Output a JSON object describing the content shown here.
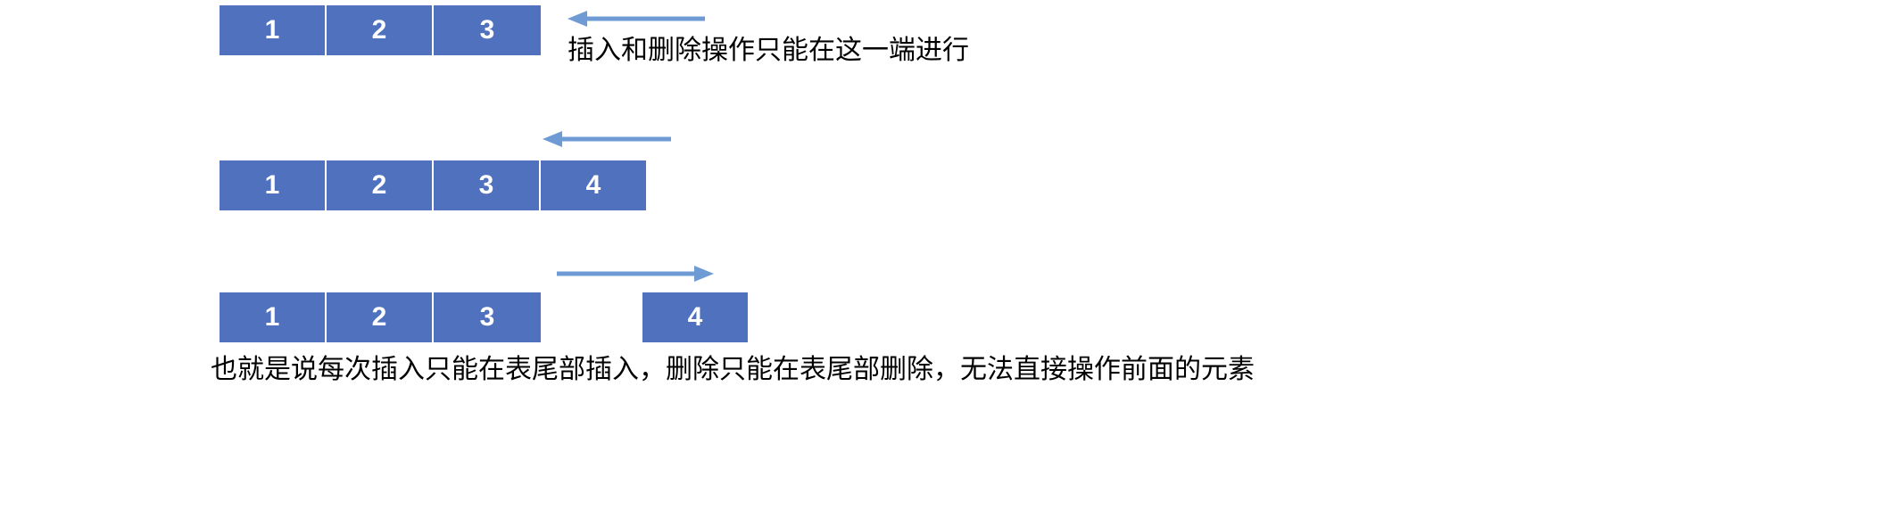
{
  "theme": {
    "box_fill": "#4F71BE",
    "box_text": "#FFFFFF",
    "arrow_color": "#6E9BD4",
    "caption_color": "#000000",
    "background": "#FFFFFF"
  },
  "rows": [
    {
      "id": "row-initial",
      "cells": [
        "1",
        "2",
        "3"
      ],
      "arrow": {
        "direction": "left",
        "name": "left-arrow-icon"
      },
      "caption": "插入和删除操作只能在这一端进行"
    },
    {
      "id": "row-after-insert",
      "cells": [
        "1",
        "2",
        "3",
        "4"
      ],
      "arrow": {
        "direction": "left",
        "name": "left-arrow-icon"
      },
      "caption": ""
    },
    {
      "id": "row-after-delete",
      "cells": [
        "1",
        "2",
        "3"
      ],
      "detached_cell": "4",
      "arrow": {
        "direction": "right",
        "name": "right-arrow-icon"
      },
      "caption": ""
    }
  ],
  "captions": {
    "top": "插入和删除操作只能在这一端进行",
    "bottom": "也就是说每次插入只能在表尾部插入，删除只能在表尾部删除，无法直接操作前面的元素"
  }
}
